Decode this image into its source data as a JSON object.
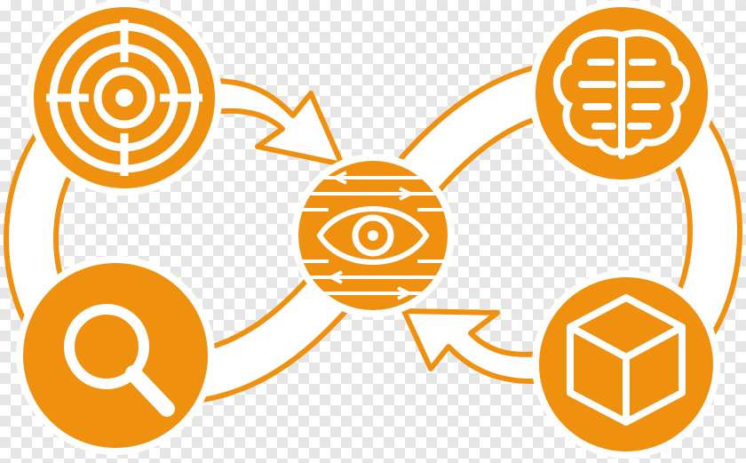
{
  "diagram": {
    "type": "infinity-loop-cycle",
    "colors": {
      "accent": "#F0900F",
      "fill": "#FFFFFF"
    },
    "nodes": [
      {
        "id": "target",
        "icon": "target-icon",
        "position": "top-left"
      },
      {
        "id": "brain",
        "icon": "brain-icon",
        "position": "top-right"
      },
      {
        "id": "eye",
        "icon": "eye-icon",
        "position": "center"
      },
      {
        "id": "search",
        "icon": "magnifier-icon",
        "position": "bottom-left"
      },
      {
        "id": "box",
        "icon": "box-icon",
        "position": "bottom-right"
      }
    ],
    "arrows": [
      {
        "from": "target",
        "to": "eye"
      },
      {
        "from": "box",
        "to": "eye"
      }
    ]
  }
}
